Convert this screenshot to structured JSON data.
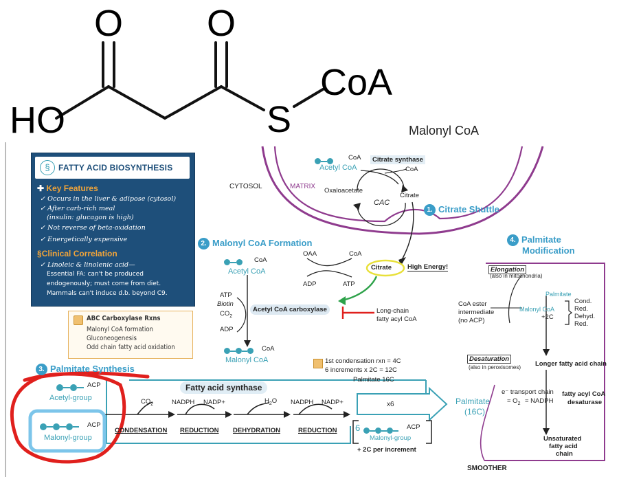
{
  "structure": {
    "atoms": {
      "o1": "O",
      "o2": "O",
      "ho": "HO",
      "s": "S",
      "coa": "CoA"
    },
    "caption": "Malonyl CoA"
  },
  "infobox": {
    "title": "FATTY ACID BIOSYNTHESIS",
    "key_features_heading": "Key Features",
    "key_features": [
      "✓ Occurs in the liver & adipose (cytosol)",
      "✓ After carb-rich meal",
      "(insulin: glucagon is high)",
      "✓ Not reverse of beta-oxidation",
      "✓ Energetically expensive"
    ],
    "clinical_heading": "Clinical Correlation",
    "clinical_lines": [
      "✓ Linoleic & linolenic acid—",
      "Essential FA: can't be produced",
      "endogenously; must come from diet.",
      "Mammals can't induce d.b. beyond C9."
    ],
    "colors": {
      "box": "#1e4f7a",
      "heading": "#f0a43a"
    }
  },
  "abc_box": {
    "title": "ABC Carboxylase Rxns",
    "lines": [
      "Malonyl CoA formation",
      "Gluconeogenesis",
      "Odd chain fatty acid oxidation"
    ]
  },
  "labels": {
    "cytosol": "CYTOSOL",
    "matrix": "MATRIX"
  },
  "citrate_shuttle": {
    "number": "1.",
    "title": "Citrate Shuttle",
    "coa_top": "CoA",
    "acetyl_coa": "Acetyl CoA",
    "enzyme": "Citrate synthase",
    "coa_right": "CoA",
    "oxaloacetate": "Oxaloacetate",
    "citrate": "Citrate",
    "cac": "CAC"
  },
  "malonyl_formation": {
    "number": "2.",
    "title": "Malonyl CoA Formation",
    "coa_left": "CoA",
    "acetyl_coa": "Acetyl CoA",
    "oaa": "OAA",
    "coa_mid": "CoA",
    "adp_top": "ADP",
    "atp_top": "ATP",
    "citrate": "Citrate",
    "high_energy": "High Energy!",
    "atp": "ATP",
    "biotin": "Biotin",
    "co2": "CO",
    "co2_sub": "2",
    "adp": "ADP",
    "enzyme": "Acetyl CoA carboxylase",
    "inhibitor_line1": "Long-chain",
    "inhibitor_line2": "fatty acyl CoA",
    "product_coa": "CoA",
    "product": "Malonyl CoA"
  },
  "palmitate_synthesis": {
    "number": "3.",
    "title": "Palmitate Synthesis",
    "enzyme": "Fatty acid synthase",
    "acp1": "ACP",
    "acetyl_group": "Acetyl-group",
    "acp2": "ACP",
    "malonyl_group": "Malonyl-group",
    "co2": "CO",
    "co2_sub": "2",
    "nadph1": "NADPH",
    "nadp1": "NADP+",
    "h2o": "H",
    "h2o_sub": "2",
    "h2o_o": "O",
    "nadph2": "NADPH",
    "nadp2": "NADP+",
    "steps": [
      "CONDENSATION",
      "REDUCTION",
      "DEHYDRATION",
      "REDUCTION"
    ],
    "note_line1": "1st condensation rxn = 4C",
    "note_line2": "6 increments x 2C = 12C",
    "note_line3": "Palmitate 16C",
    "repeat": "x6",
    "palmitate": "Palmitate",
    "palmitate_c": "(16C)",
    "six": "6",
    "acp3": "ACP",
    "malonyl_group2": "Malonyl-group",
    "per_increment": "+ 2C per increment"
  },
  "palmitate_modification": {
    "number": "4.",
    "title_line1": "Palmitate",
    "title_line2": "Modification",
    "elongation": "Elongation",
    "elongation_note": "(also in mitochondria)",
    "palmitate": "Palmitate",
    "coa_ester_1": "CoA ester",
    "coa_ester_2": "intermediate",
    "coa_ester_3": "(no ACP)",
    "malonyl_coa": "Malonyl CoA",
    "plus2c": "+2C",
    "steps": [
      "Cond.",
      "Red.",
      "Dehyd.",
      "Red."
    ],
    "desaturation": "Desaturation",
    "desaturation_note": "(also in peroxisomes)",
    "longer_chain": "Longer fatty acid chain",
    "etransport_1": "e⁻ transport chain",
    "etransport_2": "= O",
    "etransport_2_sub": "2",
    "etransport_3": "= NADPH",
    "desaturase_1": "fatty acyl CoA",
    "desaturase_2": "desaturase",
    "unsat_1": "Unsaturated",
    "unsat_2": "fatty acid",
    "unsat_3": "chain"
  },
  "smoother": "SMOOTHER",
  "annotations": {
    "red_circle": "#e0201d",
    "blue_box": "#7cc5ea"
  }
}
